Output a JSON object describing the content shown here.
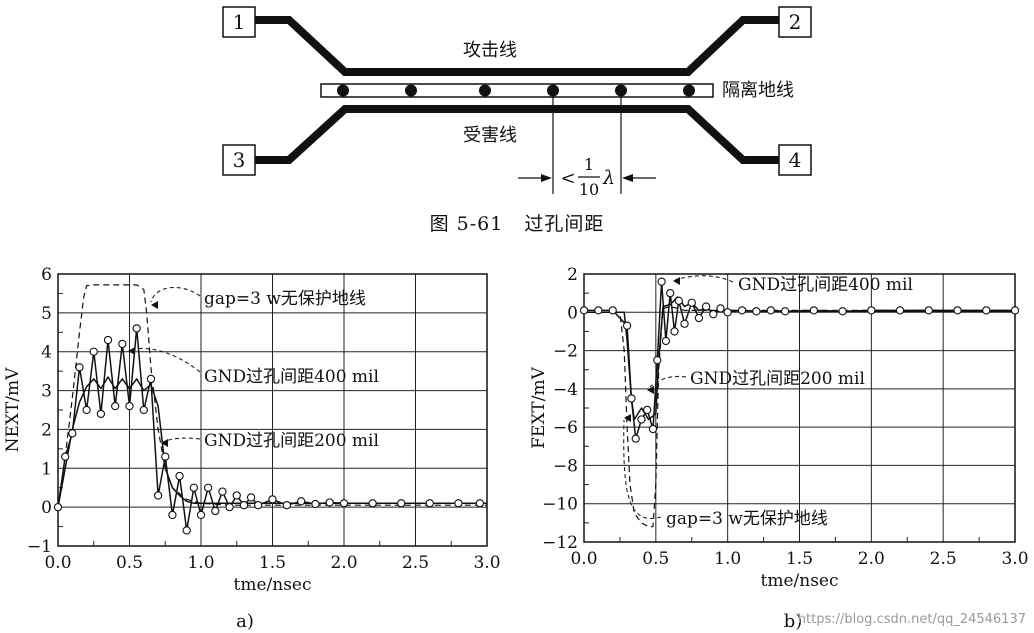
{
  "diagram": {
    "ports": [
      "1",
      "2",
      "3",
      "4"
    ],
    "attack_line_label": "攻击线",
    "victim_line_label": "受害线",
    "guard_line_label": "隔离地线",
    "spacing": {
      "lt": "<",
      "numerator": "1",
      "denominator": "10",
      "symbol": "λ"
    }
  },
  "caption": {
    "number": "图 5-61",
    "title": "过孔间距"
  },
  "watermark": "https://blog.csdn.net/qq_24546137",
  "chart_data": [
    {
      "id": "a",
      "panel_label": "a)",
      "type": "line",
      "xlabel": "tme/nsec",
      "ylabel": "NEXT/mV",
      "xlim": [
        0,
        3
      ],
      "ylim": [
        -1,
        6
      ],
      "xticks": [
        "0.0",
        "0.5",
        "1.0",
        "1.5",
        "2.0",
        "2.5",
        "3.0"
      ],
      "yticks": [
        "−1",
        "0",
        "1",
        "2",
        "3",
        "4",
        "5",
        "6"
      ],
      "grid": true,
      "annotations": [
        "gap=3 w无保护地线",
        "GND过孔间距400 mil",
        "GND过孔间距200 mil"
      ],
      "series": [
        {
          "style": "dashed",
          "x": [
            0,
            0.05,
            0.1,
            0.15,
            0.18,
            0.2,
            0.25,
            0.55,
            0.6,
            0.62,
            0.65,
            0.7,
            0.75,
            0.8,
            0.9,
            1.0,
            1.2,
            1.5,
            2.0,
            3.0
          ],
          "y": [
            0,
            1.3,
            2.8,
            4.5,
            5.4,
            5.7,
            5.72,
            5.72,
            5.6,
            5.0,
            3.6,
            2.0,
            1.0,
            0.5,
            0.2,
            0.1,
            0.05,
            0.05,
            0.05,
            0.05
          ]
        },
        {
          "style": "solid",
          "x": [
            0,
            0.05,
            0.1,
            0.15,
            0.2,
            0.25,
            0.3,
            0.35,
            0.4,
            0.45,
            0.5,
            0.55,
            0.6,
            0.65,
            0.7,
            0.75,
            0.8,
            0.85,
            0.9,
            0.95,
            1.0,
            1.1,
            1.2,
            1.3,
            1.4,
            1.5,
            1.7,
            2.0,
            2.5,
            3.0
          ],
          "y": [
            0,
            1.0,
            2.0,
            2.7,
            3.1,
            3.3,
            3.05,
            3.35,
            3.05,
            3.3,
            3.05,
            3.3,
            3.0,
            3.15,
            2.6,
            1.0,
            0.5,
            0.3,
            0.15,
            0.1,
            0.1,
            0.1,
            0.1,
            0.1,
            0.1,
            0.1,
            0.1,
            0.1,
            0.1,
            0.1
          ]
        },
        {
          "style": "solid-circles",
          "x": [
            0,
            0.05,
            0.1,
            0.15,
            0.2,
            0.25,
            0.3,
            0.35,
            0.4,
            0.45,
            0.5,
            0.55,
            0.6,
            0.65,
            0.7,
            0.75,
            0.8,
            0.85,
            0.9,
            0.95,
            1.0,
            1.05,
            1.1,
            1.15,
            1.2,
            1.25,
            1.3,
            1.35,
            1.4,
            1.5,
            1.6,
            1.7,
            1.8,
            1.9,
            2.0,
            2.2,
            2.4,
            2.6,
            2.8,
            2.95
          ],
          "y": [
            0,
            1.3,
            1.9,
            3.6,
            2.5,
            4.0,
            2.4,
            4.3,
            2.6,
            4.2,
            2.6,
            4.6,
            2.5,
            3.3,
            0.3,
            1.3,
            -0.2,
            0.8,
            -0.6,
            0.5,
            -0.2,
            0.5,
            -0.1,
            0.4,
            0.0,
            0.3,
            0.05,
            0.25,
            0.05,
            0.2,
            0.05,
            0.15,
            0.08,
            0.12,
            0.1,
            0.1,
            0.1,
            0.1,
            0.1,
            0.1
          ]
        }
      ]
    },
    {
      "id": "b",
      "panel_label": "b)",
      "type": "line",
      "xlabel": "tme/nsec",
      "ylabel": "FEXT/mV",
      "xlim": [
        0,
        3
      ],
      "ylim": [
        -12,
        2
      ],
      "xticks": [
        "0.0",
        "0.5",
        "1.0",
        "1.5",
        "2.0",
        "2.5",
        "3.0"
      ],
      "yticks": [
        "−12",
        "−10",
        "−8",
        "−6",
        "−4",
        "−2",
        "0",
        "2"
      ],
      "grid": true,
      "annotations": [
        "GND过孔间距400 mil",
        "GND过孔间距200 mil",
        "gap=3 w无保护地线"
      ],
      "series": [
        {
          "style": "dashed",
          "x": [
            0,
            0.25,
            0.28,
            0.3,
            0.32,
            0.35,
            0.4,
            0.45,
            0.48,
            0.5,
            0.52,
            0.55,
            0.6,
            0.7,
            1.0,
            3.0
          ],
          "y": [
            0,
            0,
            -2.0,
            -6.0,
            -9.0,
            -10.5,
            -11.0,
            -11.2,
            -11.2,
            -9.0,
            -3.0,
            0.2,
            0.3,
            0.1,
            0.1,
            0.1
          ]
        },
        {
          "style": "solid",
          "x": [
            0,
            0.28,
            0.3,
            0.33,
            0.35,
            0.4,
            0.45,
            0.5,
            0.52,
            0.55,
            0.6,
            0.65,
            0.7,
            0.75,
            0.8,
            0.85,
            0.9,
            1.0,
            1.2,
            1.5,
            2.0,
            3.0
          ],
          "y": [
            0,
            0,
            -1.5,
            -4.5,
            -5.6,
            -5.0,
            -5.6,
            -5.3,
            -2.5,
            0.3,
            0.4,
            0.8,
            0.3,
            0.5,
            0.1,
            0.2,
            0.05,
            0.1,
            0.05,
            0.05,
            0.05,
            0.05
          ]
        },
        {
          "style": "solid-circles",
          "x": [
            0,
            0.1,
            0.2,
            0.3,
            0.33,
            0.36,
            0.4,
            0.44,
            0.48,
            0.51,
            0.54,
            0.57,
            0.6,
            0.63,
            0.66,
            0.7,
            0.75,
            0.8,
            0.85,
            0.9,
            0.95,
            1.0,
            1.1,
            1.2,
            1.3,
            1.4,
            1.6,
            1.8,
            2.0,
            2.2,
            2.4,
            2.6,
            2.8,
            3.0
          ],
          "y": [
            0.1,
            0.1,
            0.1,
            -0.7,
            -4.5,
            -6.6,
            -5.6,
            -5.1,
            -6.1,
            -2.5,
            1.6,
            -1.5,
            1.0,
            -1.0,
            0.6,
            -0.6,
            0.5,
            -0.3,
            0.3,
            -0.1,
            0.2,
            0.0,
            0.1,
            0.05,
            0.1,
            0.05,
            0.1,
            0.05,
            0.1,
            0.1,
            0.1,
            0.1,
            0.1,
            0.1
          ]
        }
      ]
    }
  ]
}
